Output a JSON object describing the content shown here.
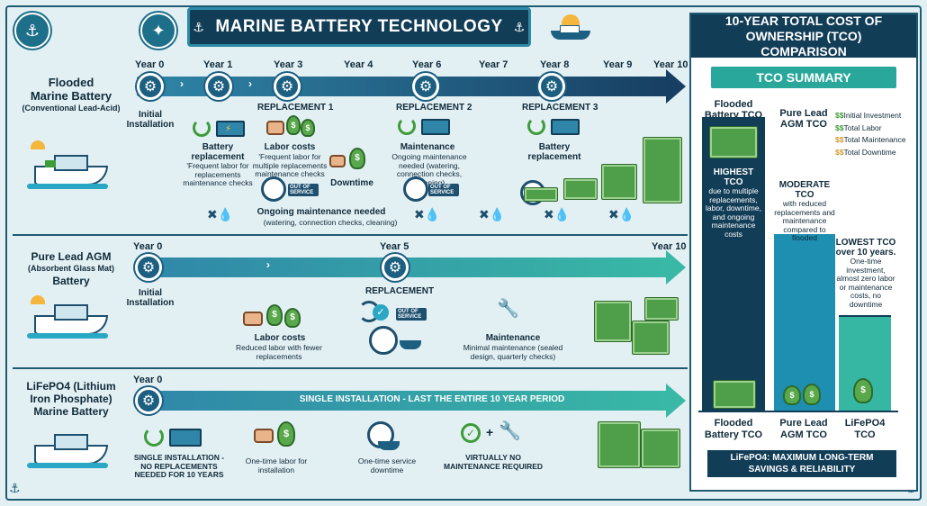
{
  "title": "MARINE BATTERY TECHNOLOGY",
  "rows": {
    "flooded": {
      "label_line1": "Flooded",
      "label_line2": "Marine Battery",
      "label_line3": "(Conventional Lead-Acid)",
      "years": [
        "Year 0",
        "Year 1",
        "Year 3",
        "Year 4",
        "Year 6",
        "Year 7",
        "Year 8",
        "Year 9",
        "Year 10"
      ],
      "initial": "Initial Installation",
      "battery_replacement_title": "Battery replacement",
      "battery_replacement_desc": "'Frequent labor for replacements maintenance checks",
      "replacement1": "REPLACEMENT 1",
      "labor_title": "Labor costs",
      "labor_desc": "'Frequent labor for multiple replacements maintenance checks",
      "downtime": "Downtime",
      "replacement2": "REPLACEMENT 2",
      "maint_title": "Maintenance",
      "maint_desc": "Ongoing maintenance needed (watering, connection checks, cleaning)",
      "replacement3": "REPLACEMENT 3",
      "battery_repl_title2": "Battery replacement",
      "ongoing_title": "Ongoing maintenance needed",
      "ongoing_desc": "(watering, connection checks, cleaning)",
      "oos": "OUT OF SERVICE"
    },
    "agm": {
      "label_line1": "Pure Lead AGM",
      "label_line2": "(Absorbent Glass Mat)",
      "label_line3": "Battery",
      "years": [
        "Year 0",
        "Year 5",
        "Year 10"
      ],
      "initial": "Initial Installation",
      "labor_title": "Labor costs",
      "labor_desc": "Reduced labor with fewer replacements",
      "replacement": "REPLACEMENT",
      "maint_title": "Maintenance",
      "maint_desc": "Minimal maintenance (sealed design, quarterly checks)",
      "oos": "OUT OF SERVICE"
    },
    "lifepo4": {
      "label_line1": "LiFePO4 (Lithium",
      "label_line2": "Iron Phosphate)",
      "label_line3": "Marine Battery",
      "years": [
        "Year 0"
      ],
      "banner": "SINGLE INSTALLATION - LAST THE ENTIRE 10 YEAR PERIOD",
      "single_desc": "SINGLE INSTALLATION - NO REPLACEMENTS NEEDED FOR 10 YEARS",
      "labor_desc": "One-time labor for installation",
      "service_desc": "One-time service downtime",
      "maint_desc": "VIRTUALLY NO MAINTENANCE REQUIRED"
    }
  },
  "tco": {
    "header": "10-YEAR TOTAL COST OF OWNERSHIP (TCO) COMPARISON",
    "summary": "TCO SUMMARY",
    "legend": [
      "Initial Investment",
      "Total Labor",
      "Total Maintenance",
      "Total Downtime"
    ],
    "legend_colors": [
      "#3d9c3a",
      "#3d9c3a",
      "#d29a2c",
      "#d29a2c"
    ],
    "bars": [
      {
        "top_label": "Flooded Battery TCO",
        "title": "HIGHEST TCO",
        "desc": "due to multiple replacements, labor, downtime, and ongoing maintenance costs",
        "bottom_label": "Flooded Battery TCO",
        "level": 1.0
      },
      {
        "top_label": "Pure Lead AGM TCO",
        "title": "MODERATE TCO",
        "desc": "with reduced replacements and maintenance compared to flooded",
        "bottom_label": "Pure Lead AGM TCO",
        "level": 0.6
      },
      {
        "top_label": "",
        "title": "LOWEST TCO over 10 years.",
        "desc": "One-time investment, almost zero labor or maintenance costs, no downtime",
        "bottom_label": "LiFePO4 TCO",
        "level": 0.32
      }
    ],
    "footer": "LiFePO4: MAXIMUM LONG-TERM SAVINGS & RELIABILITY"
  },
  "colors": {
    "navy": "#123d57",
    "teal": "#2aa79b",
    "blue": "#1d5f80",
    "cash": "#4f9e4a"
  }
}
